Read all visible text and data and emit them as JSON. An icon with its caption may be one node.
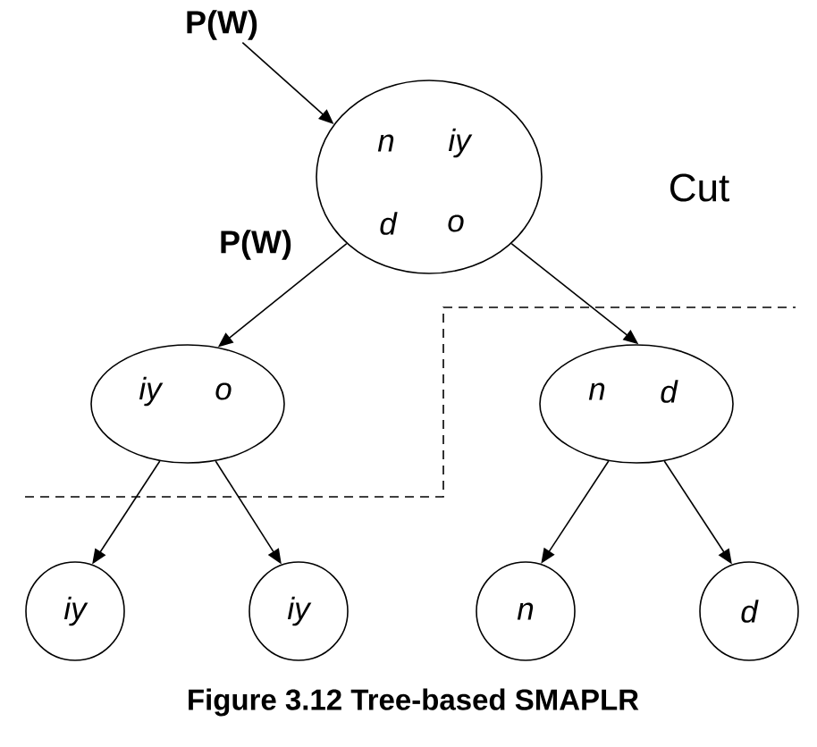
{
  "diagram": {
    "caption": "Figure 3.12 Tree-based SMAPLR",
    "nodes": [
      {
        "text": [
          "P(W)"
        ]
      },
      {
        "text": [
          "n",
          "iy",
          "d",
          "o"
        ]
      },
      {
        "text": [
          "iy",
          "o"
        ]
      },
      {
        "text": [
          "n",
          "d"
        ]
      },
      {
        "text": [
          "iy"
        ]
      },
      {
        "text": [
          "iy"
        ]
      },
      {
        "text": [
          "n"
        ]
      },
      {
        "text": [
          "d"
        ]
      }
    ],
    "edges": [
      {
        "from": 0,
        "to": 1,
        "arrow": "to"
      },
      {
        "from": 1,
        "to": 2,
        "arrow": "to",
        "label": "P(W)"
      },
      {
        "from": 1,
        "to": 3,
        "arrow": "to"
      },
      {
        "from": 2,
        "to": 4,
        "arrow": "to"
      },
      {
        "from": 2,
        "to": 5,
        "arrow": "to"
      },
      {
        "from": 3,
        "to": 6,
        "arrow": "to"
      },
      {
        "from": 3,
        "to": 7,
        "arrow": "to"
      }
    ],
    "labels": [
      "Cut"
    ]
  }
}
